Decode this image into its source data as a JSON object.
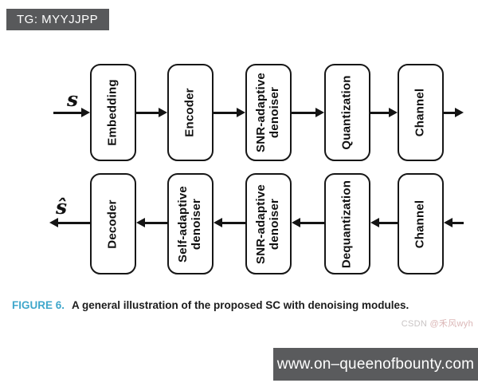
{
  "badge": {
    "label": "TG: MYYJJPP"
  },
  "diagram": {
    "input_label": "s",
    "output_label": "ŝ",
    "top_row": [
      {
        "label": "Embedding"
      },
      {
        "label": "Encoder"
      },
      {
        "label": "SNR-adaptive\ndenoiser"
      },
      {
        "label": "Quantization"
      },
      {
        "label": "Channel"
      }
    ],
    "bottom_row": [
      {
        "label": "Decoder"
      },
      {
        "label": "Self-adaptive\ndenoiser"
      },
      {
        "label": "SNR-adaptive\ndenoiser"
      },
      {
        "label": "Dequantization"
      },
      {
        "label": "Channel"
      }
    ]
  },
  "caption": {
    "figure_label": "FIGURE 6.",
    "text": "A general illustration of the proposed SC with denoising modules."
  },
  "watermark": {
    "prefix": "CSDN ",
    "handle": "@禾风wyh"
  },
  "footer_bar": {
    "url": "www.on–queenofbounty.com"
  },
  "colors": {
    "figure_label_blue": "#3FA7CB",
    "badge_gray": "#58595B",
    "footer_bar_gray": "#5A5B5D",
    "box_border_black": "#161616",
    "watermark_gray": "#C9C4C4",
    "watermark_pink": "#DBB6B6"
  }
}
